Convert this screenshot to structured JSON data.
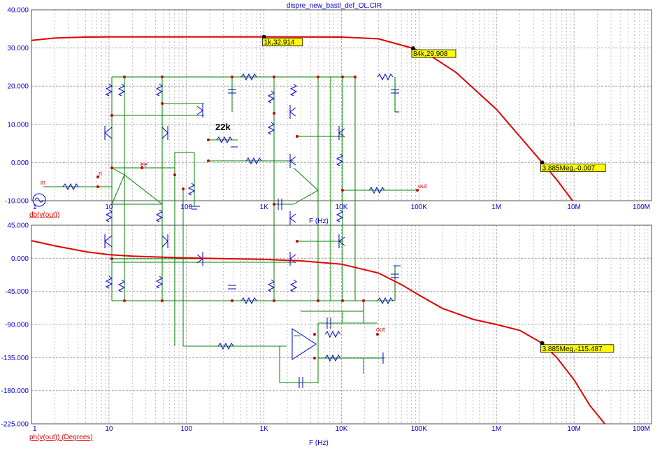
{
  "window_title": "dispre_new_bastl_def_OL.CIR",
  "colors": {
    "curve": "#e00000",
    "grid": "#9a9a9a",
    "axis_text": "#0000cc",
    "circuit": "#008000",
    "component": "#0000cc",
    "node": "#cc0000",
    "marker_fill": "#ffff00"
  },
  "circuit_labels": {
    "resistor_value": "22k",
    "input_node": "in",
    "node_n": "n",
    "node_ee": "ee",
    "output_node_1": "out",
    "output_node_2": "out"
  },
  "chart_data": [
    {
      "type": "line",
      "panel": "top",
      "xscale": "log",
      "xlim": [
        1,
        100000000
      ],
      "x_ticks": [
        1,
        10,
        100,
        1000,
        10000,
        100000,
        1000000,
        10000000,
        100000000
      ],
      "x_tick_labels": [
        "1",
        "10",
        "100",
        "1K",
        "10K",
        "100K",
        "1M",
        "10M",
        "100M"
      ],
      "xlabel": "F (Hz)",
      "ylim": [
        -10,
        40
      ],
      "y_ticks": [
        40,
        30,
        20,
        10,
        0,
        -10
      ],
      "y_tick_labels": [
        "40.000",
        "30.000",
        "20.000",
        "10.000",
        "0.000",
        "-10.000"
      ],
      "grid": true,
      "series": [
        {
          "name": "db(v(out))",
          "x": [
            1,
            2,
            5,
            10,
            100,
            1000,
            10000,
            30000,
            84000,
            150000,
            300000,
            1000000,
            3885000,
            6000000,
            10000000
          ],
          "y": [
            32.0,
            32.6,
            32.85,
            32.9,
            32.914,
            32.914,
            32.85,
            32.4,
            29.908,
            27.6,
            23.6,
            13.9,
            -0.007,
            -4.5,
            -10.5
          ]
        }
      ],
      "annotations": [
        {
          "x": 1000,
          "y": 32.914,
          "label": "1k,32.914"
        },
        {
          "x": 84000,
          "y": 29.908,
          "label": "84k,29.908"
        },
        {
          "x": 3885000,
          "y": -0.007,
          "label": "3.885Meg,-0.007"
        }
      ]
    },
    {
      "type": "line",
      "panel": "bottom",
      "xscale": "log",
      "xlim": [
        1,
        100000000
      ],
      "x_ticks": [
        1,
        10,
        100,
        1000,
        10000,
        100000,
        1000000,
        10000000,
        100000000
      ],
      "x_tick_labels": [
        "1",
        "10",
        "100",
        "1K",
        "10K",
        "100K",
        "1M",
        "10M",
        "100M"
      ],
      "xlabel": "F (Hz)",
      "ylim": [
        -225,
        45
      ],
      "y_ticks": [
        45,
        0,
        -45,
        -90,
        -135,
        -180,
        -225
      ],
      "y_tick_labels": [
        "45.000",
        "0.000",
        "-45.000",
        "-90.000",
        "-135.000",
        "-180.000",
        "-225.000"
      ],
      "grid": true,
      "series": [
        {
          "name": "ph(v(out)) (Degrees)",
          "x": [
            1,
            2,
            5,
            10,
            20,
            50,
            100,
            300,
            1000,
            3000,
            10000,
            30000,
            60000,
            100000,
            200000,
            500000,
            1000000,
            2000000,
            3885000,
            6000000,
            10000000,
            16000000,
            25000000
          ],
          "y": [
            24,
            17,
            9,
            5,
            3,
            1.5,
            0.5,
            -0.5,
            -1.5,
            -3.5,
            -8,
            -20,
            -36,
            -50,
            -68,
            -83,
            -90,
            -98,
            -115.487,
            -135,
            -165,
            -200,
            -225
          ]
        }
      ],
      "annotations": [
        {
          "x": 3885000,
          "y": -115.487,
          "label": "3.885Meg,-115.487"
        }
      ]
    }
  ]
}
